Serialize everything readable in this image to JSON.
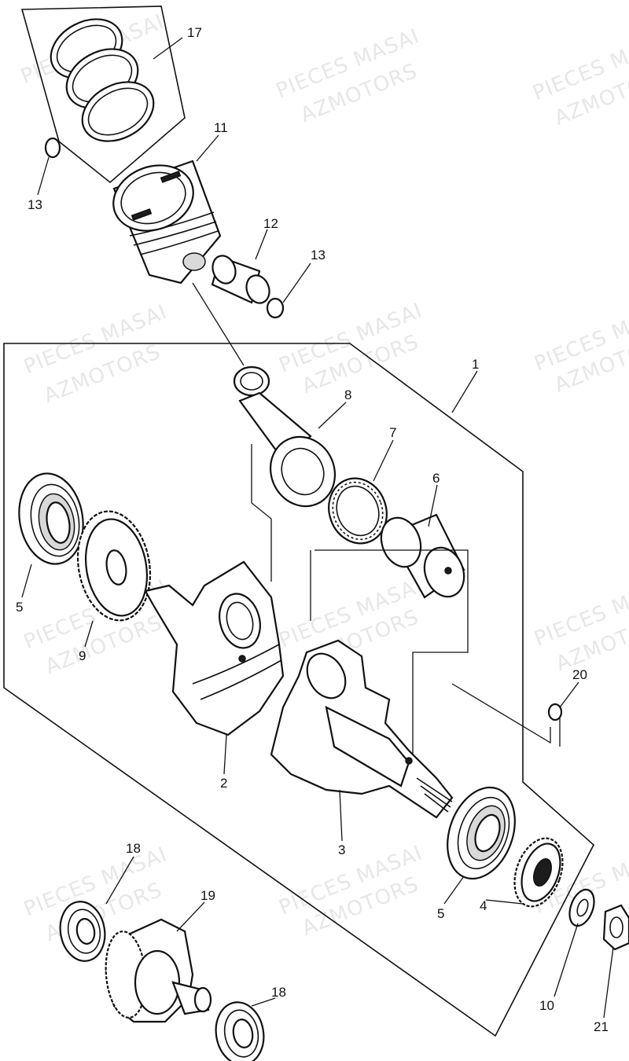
{
  "watermark": {
    "line1": "PIECES MASAI",
    "line2": "AZMOTORS"
  },
  "callouts": [
    {
      "id": "c17",
      "label": "17"
    },
    {
      "id": "c11",
      "label": "11"
    },
    {
      "id": "c13a",
      "label": "13"
    },
    {
      "id": "c12",
      "label": "12"
    },
    {
      "id": "c13b",
      "label": "13"
    },
    {
      "id": "c1",
      "label": "1"
    },
    {
      "id": "c8",
      "label": "8"
    },
    {
      "id": "c7",
      "label": "7"
    },
    {
      "id": "c6",
      "label": "6"
    },
    {
      "id": "c5a",
      "label": "5"
    },
    {
      "id": "c9",
      "label": "9"
    },
    {
      "id": "c2",
      "label": "2"
    },
    {
      "id": "c20",
      "label": "20"
    },
    {
      "id": "c3",
      "label": "3"
    },
    {
      "id": "c5b",
      "label": "5"
    },
    {
      "id": "c4",
      "label": "4"
    },
    {
      "id": "c10",
      "label": "10"
    },
    {
      "id": "c21",
      "label": "21"
    },
    {
      "id": "c18a",
      "label": "18"
    },
    {
      "id": "c19",
      "label": "19"
    },
    {
      "id": "c18b",
      "label": "18"
    }
  ]
}
